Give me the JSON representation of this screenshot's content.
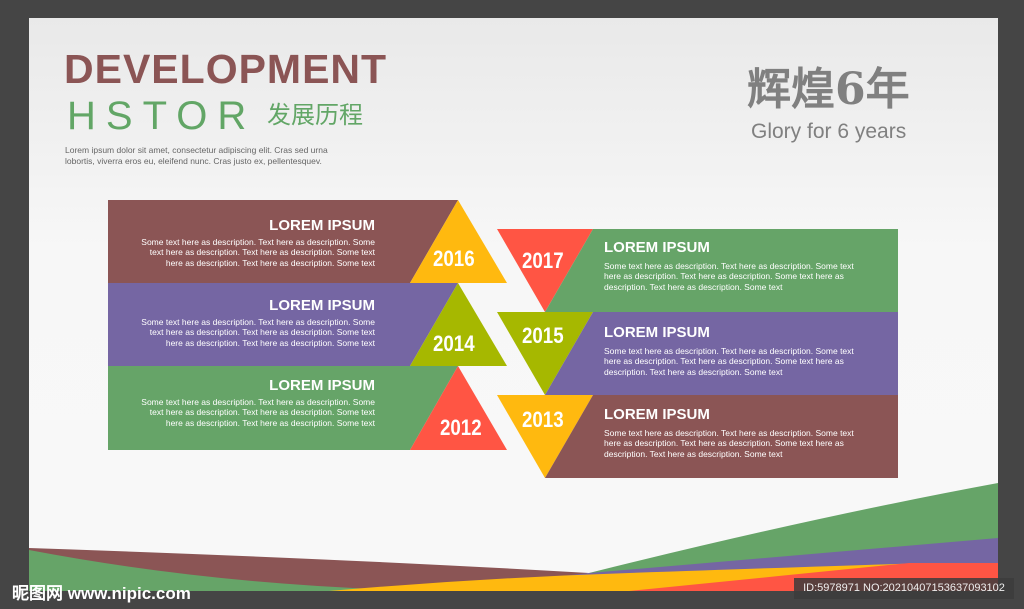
{
  "header": {
    "title_line1": "DEVELOPMENT",
    "title_line2": "HSTOR",
    "title_cn": "发展历程",
    "intro": "Lorem ipsum dolor sit amet, consectetur adipiscing elit. Cras sed urna lobortis, viverra eros eu, eleifend nunc. Cras justo ex, pellentesquev."
  },
  "badge": {
    "cn": "辉煌6年",
    "en": "Glory for 6 years"
  },
  "colors": {
    "brown": "#8b5555",
    "purple": "#7566a3",
    "green": "#66a468",
    "yellow": "#ffb90f",
    "olive": "#a6b800",
    "red": "#ff5544"
  },
  "timeline": {
    "left": [
      {
        "year": "2016",
        "heading": "LOREM IPSUM",
        "desc": "Some text here as description. Text here as description. Some text here as description. Text here as description. Some text here as description. Text here as description. Some text"
      },
      {
        "year": "2014",
        "heading": "LOREM IPSUM",
        "desc": "Some text here as description. Text here as description. Some text here as description. Text here as description. Some text here as description. Text here as description. Some text"
      },
      {
        "year": "2012",
        "heading": "LOREM IPSUM",
        "desc": "Some text here as description. Text here as description. Some text here as description. Text here as description. Some text here as description. Text here as description. Some text"
      }
    ],
    "right": [
      {
        "year": "2017",
        "heading": "LOREM IPSUM",
        "desc": "Some text here as description. Text here as description. Some text here as description. Text here as description. Some text here as description. Text here as description. Some text"
      },
      {
        "year": "2015",
        "heading": "LOREM IPSUM",
        "desc": "Some text here as description. Text here as description. Some text here as description. Text here as description. Some text here as description. Text here as description. Some text"
      },
      {
        "year": "2013",
        "heading": "LOREM IPSUM",
        "desc": "Some text here as description. Text here as description. Some text here as description. Text here as description. Some text here as description. Text here as description. Some text"
      }
    ]
  },
  "watermark": {
    "site": "昵图网 www.nipic.com",
    "id": "ID:5978971 NO:20210407153637093102"
  }
}
